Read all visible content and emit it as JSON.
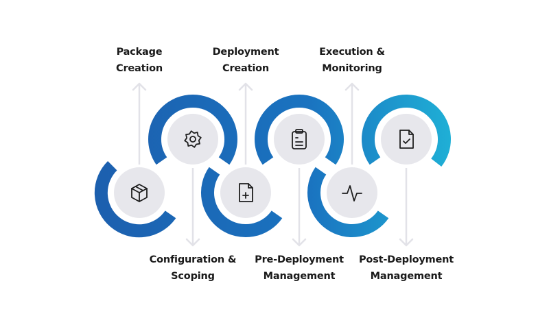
{
  "diagram": {
    "title": "Deployment Lifecycle Process",
    "colors": {
      "band_start": "#1c5fae",
      "band_mid": "#1a73c0",
      "band_end": "#1fb0d6",
      "node_fill": "#e7e7ec",
      "arrow": "#e2e2e8",
      "icon_stroke": "#1e1e1e",
      "text": "#1a1a1a"
    },
    "steps": [
      {
        "id": "package-creation",
        "lines": [
          "Package",
          "Creation"
        ],
        "icon": "package-icon",
        "position": "bottom",
        "label_side": "top"
      },
      {
        "id": "configuration-scoping",
        "lines": [
          "Configuration &",
          "Scoping"
        ],
        "icon": "gear-icon",
        "position": "top",
        "label_side": "bottom"
      },
      {
        "id": "deployment-creation",
        "lines": [
          "Deployment",
          "Creation"
        ],
        "icon": "file-plus-icon",
        "position": "bottom",
        "label_side": "top"
      },
      {
        "id": "pre-deployment-management",
        "lines": [
          "Pre-Deployment",
          "Management"
        ],
        "icon": "clipboard-icon",
        "position": "top",
        "label_side": "bottom"
      },
      {
        "id": "execution-monitoring",
        "lines": [
          "Execution &",
          "Monitoring"
        ],
        "icon": "activity-icon",
        "position": "bottom",
        "label_side": "top"
      },
      {
        "id": "post-deployment-management",
        "lines": [
          "Post-Deployment",
          "Management"
        ],
        "icon": "file-check-icon",
        "position": "top",
        "label_side": "bottom"
      }
    ]
  }
}
